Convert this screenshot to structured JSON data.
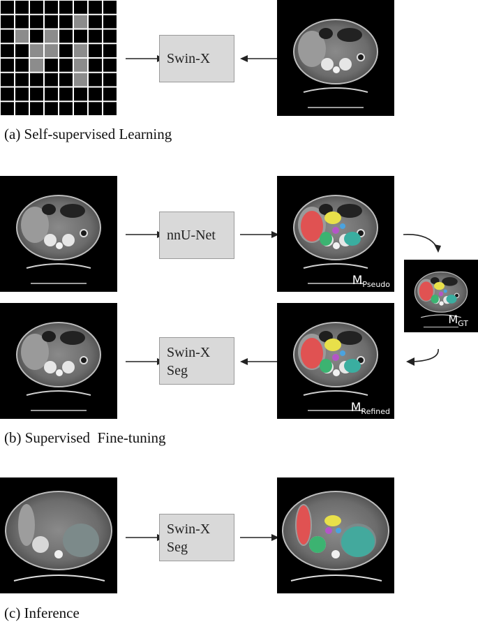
{
  "section_a": {
    "caption": "(a) Self-supervised Learning",
    "model_label": "Swin-X"
  },
  "section_b": {
    "caption": "(b) Supervised  Fine-tuning",
    "model_top_label": "nnU-Net",
    "model_bottom_line1": "Swin-X",
    "model_bottom_line2": "Seg",
    "mask_pseudo": {
      "main": "M",
      "sub": "Pseudo"
    },
    "mask_gt": {
      "main": "M",
      "sub": "GT"
    },
    "mask_refined": {
      "main": "M",
      "sub": "Refined"
    }
  },
  "section_c": {
    "caption": "(c) Inference",
    "model_line1": "Swin-X",
    "model_line2": "Seg"
  },
  "colors": {
    "box_fill": "#d9d9d9",
    "liver": "#e05252",
    "spleen": "#3aaea0",
    "kidney": "#3cb371",
    "pancreas": "#e8e04a",
    "vessel": "#b455c8"
  }
}
